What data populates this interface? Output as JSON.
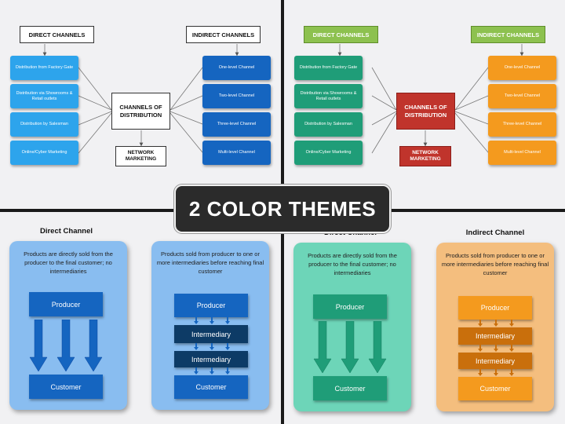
{
  "colors": {
    "blue_light": "#2da4ec",
    "blue_dark": "#1565c0",
    "teal": "#1f9d78",
    "orange": "#f49a1e",
    "green_header": "#8dc14f",
    "red_center": "#c0342c",
    "card_blue": "#89bdf0",
    "card_teal": "#6dd5b8",
    "card_orange": "#f4be7e"
  },
  "diagram": {
    "direct_header": "DIRECT CHANNELS",
    "indirect_header": "INDIRECT CHANNELS",
    "center": "CHANNELS OF DISTRIBUTION",
    "network": "NETWORK MARKETING",
    "direct_items": [
      "Distribution from Factory Gate",
      "Distribution via Showrooms & Retail outlets",
      "Distribution by Salesman",
      "Online/Cyber Marketing"
    ],
    "indirect_items": [
      "One-level Channel",
      "Two-level Channel",
      "Three-level Channel",
      "Multi-level Channel"
    ]
  },
  "banner": "2 COLOR THEMES",
  "direct_channel": {
    "title": "Direct Channel",
    "description": "Products are directly sold from the producer to the final customer; no intermediaries",
    "producer": "Producer",
    "customer": "Customer"
  },
  "indirect_channel": {
    "title": "Indirect Channel",
    "description": "Products sold from producer to one or more intermediaries before reaching final customer",
    "producer": "Producer",
    "intermediary_1": "Intermediary",
    "intermediary_2": "Intermediary",
    "customer": "Customer"
  }
}
